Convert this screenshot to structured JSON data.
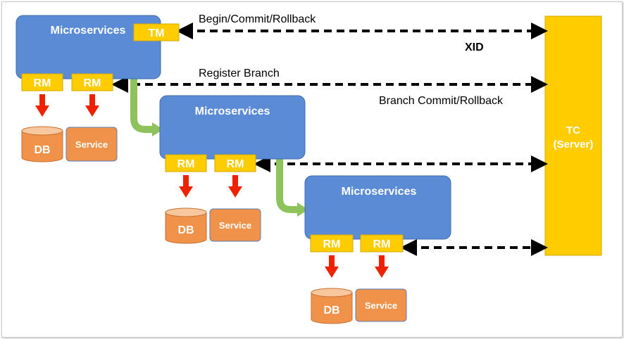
{
  "colors": {
    "microservice_fill": "#5b8bd4",
    "microservice_stroke": "#3e6bb0",
    "rm_fill": "#ffcc00",
    "rm_stroke": "#d4a900",
    "db_fill": "#f0924a",
    "db_top": "#f8c79d",
    "service_fill": "#f0924a",
    "red_arrow": "#ee2200",
    "green_arrow": "#8ec25a",
    "tc_fill": "#ffcc00",
    "dashed_line": "#000000"
  },
  "icons": {
    "db": "database-cylinder-icon",
    "down_arrow": "red-down-arrow-icon",
    "branch_arrow": "green-curved-arrow-icon"
  },
  "groups": [
    {
      "microservice_label": "Microservices",
      "tm_label": "TM",
      "rm_labels": [
        "RM",
        "RM"
      ],
      "db_label": "DB",
      "service_label": "Service"
    },
    {
      "microservice_label": "Microservices",
      "rm_labels": [
        "RM",
        "RM"
      ],
      "db_label": "DB",
      "service_label": "Service"
    },
    {
      "microservice_label": "Microservices",
      "rm_labels": [
        "RM",
        "RM"
      ],
      "db_label": "DB",
      "service_label": "Service"
    }
  ],
  "flows": {
    "begin_commit_rollback": "Begin/Commit/Rollback",
    "xid": "XID",
    "register_branch": "Register Branch",
    "branch_commit_rollback": "Branch Commit/Rollback"
  },
  "tc": {
    "title": "TC",
    "subtitle": "(Server)"
  }
}
